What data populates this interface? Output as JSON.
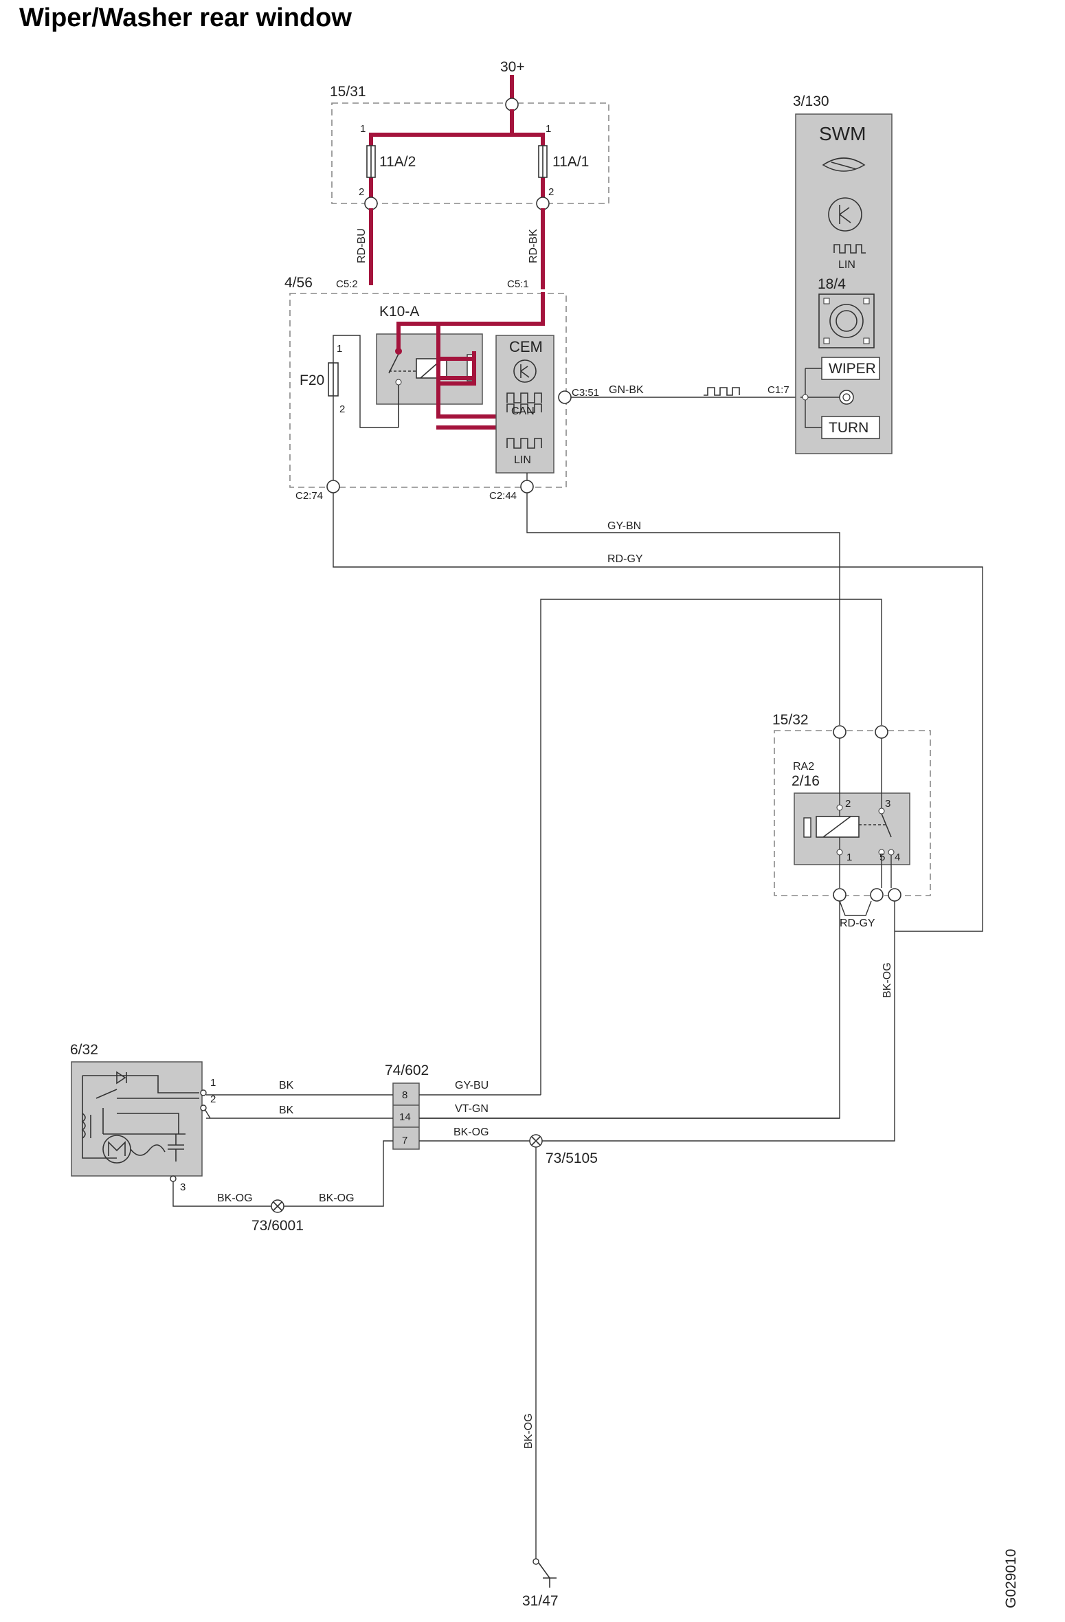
{
  "title": "Wiper/Washer rear window",
  "drawing_code": "G029010",
  "supply": "30+",
  "components": {
    "fuse_box": "15/31",
    "fuse_left": "11A/2",
    "fuse_right": "11A/1",
    "cem_unit": "4/56",
    "relay_k10a": "K10-A",
    "fuse_f20": "F20",
    "cem": "CEM",
    "swm_ref": "3/130",
    "swm": "SWM",
    "swm_sub": "18/4",
    "relay_box": "15/32",
    "relay_ra2": "RA2",
    "relay_ra2_ref": "2/16",
    "motor": "6/32",
    "connector": "74/602",
    "splice_1": "73/6001",
    "splice_2": "73/5105",
    "ground": "31/47"
  },
  "buttons": {
    "wiper": "WIPER",
    "turn": "TURN"
  },
  "bus_labels": {
    "lin": "LIN",
    "can": "CAN"
  },
  "connector_pins": [
    "8",
    "14",
    "7"
  ],
  "pins": {
    "c5_2": "C5:2",
    "c5_1": "C5:1",
    "c3_51": "C3:51",
    "c1_7": "C1:7",
    "c2_74": "C2:74",
    "c2_44": "C2:44",
    "p1": "1",
    "p2": "2",
    "p3": "3",
    "p4": "4",
    "p5": "5"
  },
  "wires": {
    "rd_bu": "RD-BU",
    "rd_bk": "RD-BK",
    "gn_bk": "GN-BK",
    "gy_bn": "GY-BN",
    "rd_gy": "RD-GY",
    "bk_og": "BK-OG",
    "bk": "BK",
    "gy_bu": "GY-BU",
    "vt_gn": "VT-GN"
  },
  "colors": {
    "power": "#a4133c",
    "unit_fill": "#c9c9c9",
    "wire": "#333333"
  }
}
